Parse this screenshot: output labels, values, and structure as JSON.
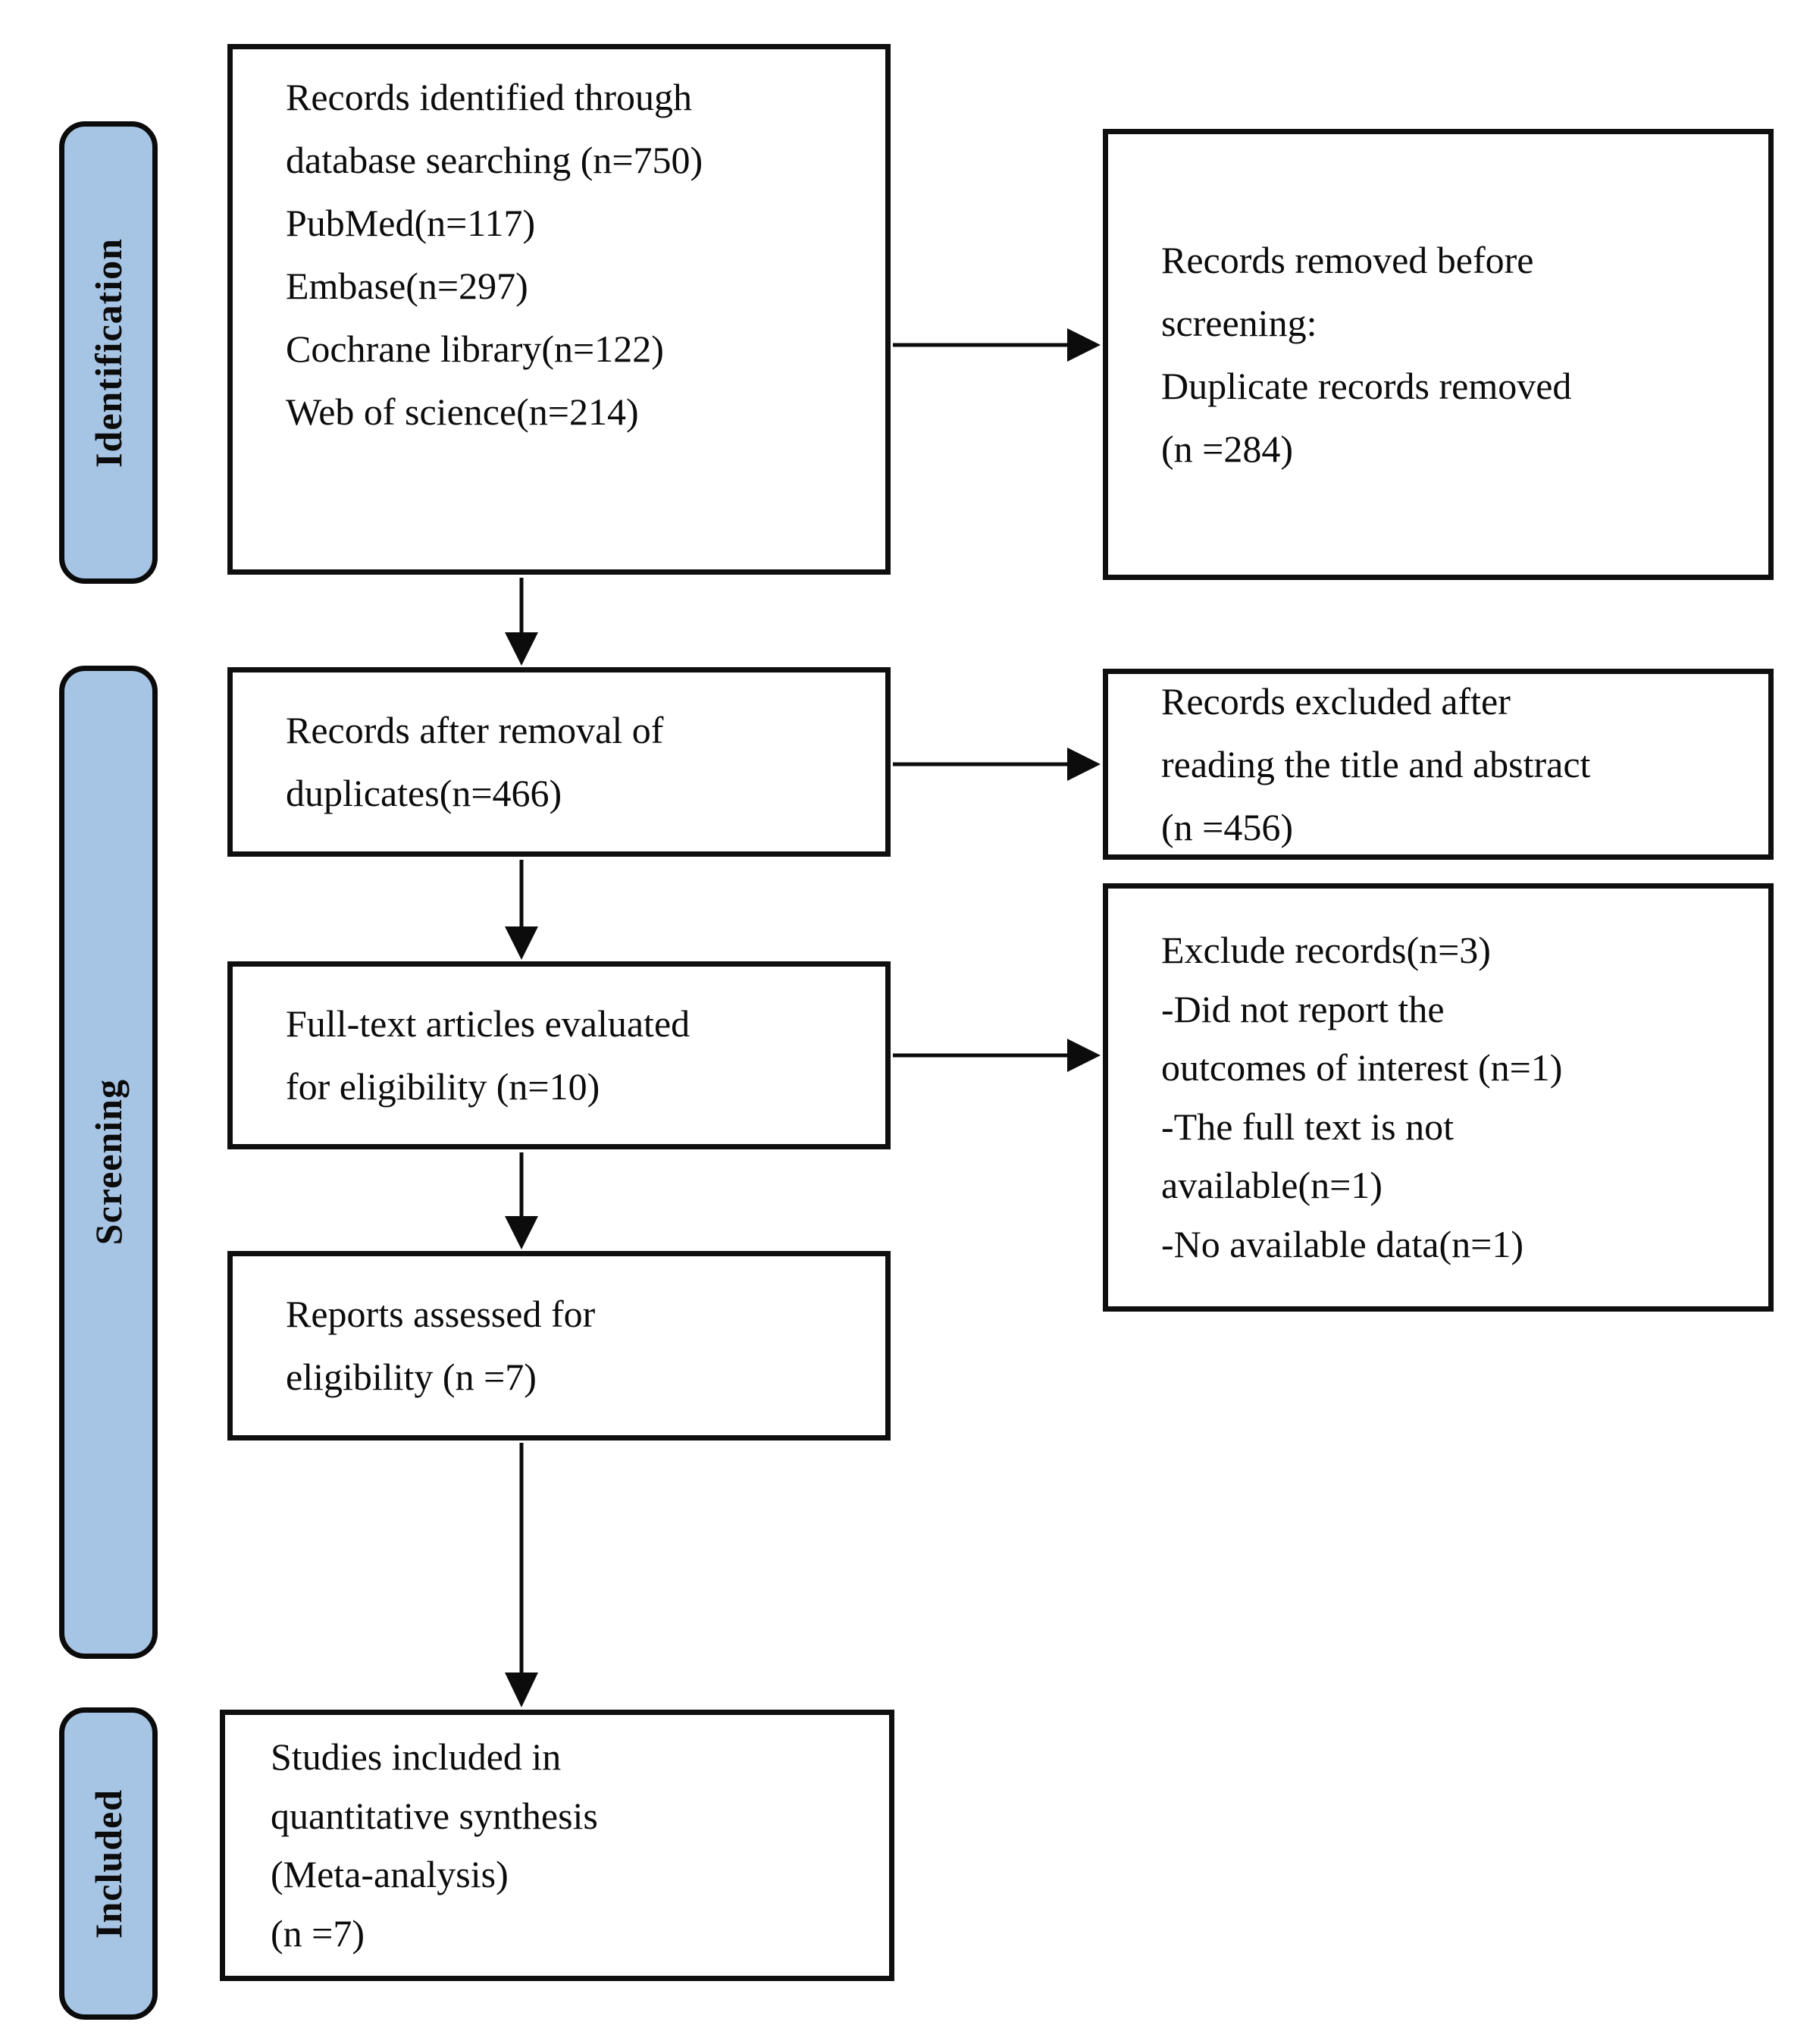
{
  "diagram": {
    "kind": "PRISMA flow diagram",
    "colors": {
      "stage_fill": "#a6c4e4",
      "line": "#0c0c0c",
      "background": "#ffffff"
    },
    "sidebar": {
      "stages": [
        {
          "label": "Identification"
        },
        {
          "label": "Screening"
        },
        {
          "label": "Included"
        }
      ]
    },
    "boxes": {
      "identified": "Records identified through\ndatabase searching (n=750)\nPubMed(n=117)\nEmbase(n=297)\nCochrane library(n=122)\nWeb of science(n=214)",
      "removed_before_screening": "Records removed before\nscreening:\nDuplicate records removed\n(n =284)",
      "after_duplicates": "Records after removal of\nduplicates(n=466)",
      "excluded_title_abstract": "Records excluded after\nreading the title and abstract\n(n =456)",
      "fulltext_evaluated": "Full-text articles evaluated\nfor eligibility (n=10)",
      "excluded_fulltext": "Exclude records(n=3)\n-Did not report the\noutcomes of interest (n=1)\n-The full text is not\navailable(n=1)\n-No available data(n=1)",
      "reports_assessed": "Reports assessed for\neligibility (n =7)",
      "studies_included": "Studies included in\nquantitative synthesis\n(Meta-analysis)\n(n =7)"
    }
  }
}
